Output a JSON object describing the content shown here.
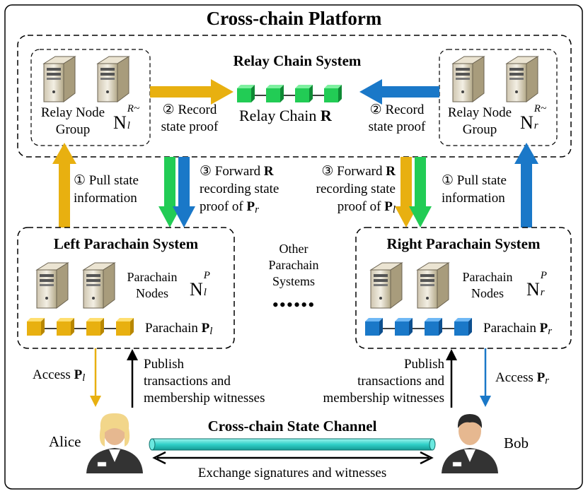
{
  "platform": {
    "title": "Cross-chain Platform"
  },
  "relay": {
    "title": "Relay Chain System",
    "chain_label_pre": "Relay Chain ",
    "chain_label_bold": "R",
    "left_group": {
      "line1": "Relay Node",
      "line2": "Group",
      "symbol_base": "N",
      "symbol_sup": "R~",
      "symbol_sub": "l"
    },
    "right_group": {
      "line1": "Relay Node",
      "line2": "Group",
      "symbol_base": "N",
      "symbol_sup": "R~",
      "symbol_sub": "r"
    },
    "left_record": {
      "line1": "② Record",
      "line2": "state proof"
    },
    "right_record": {
      "line1": "② Record",
      "line2": "state proof"
    },
    "colors": {
      "chain": "#22cc55",
      "left_arrow": "#e8b010",
      "right_arrow": "#1a78c8"
    }
  },
  "flows": {
    "left_pull": {
      "line1": "① Pull state",
      "line2": "information"
    },
    "right_pull": {
      "line1": "① Pull state",
      "line2": "information"
    },
    "left_forward": {
      "line1_pre": "③ Forward ",
      "line1_bold": "R",
      "line2": "recording state",
      "line3_pre": "proof of ",
      "line3_bold": "P",
      "line3_sub": "r"
    },
    "right_forward": {
      "line1_pre": "③ Forward ",
      "line1_bold": "R",
      "line2": "recording state",
      "line3_pre": "proof of ",
      "line3_bold": "P",
      "line3_sub": "l"
    }
  },
  "left_parachain": {
    "title": "Left Parachain System",
    "nodes_line1": "Parachain",
    "nodes_line2": "Nodes",
    "symbol_base": "N",
    "symbol_sup": "P",
    "symbol_sub": "l",
    "chain_pre": "Parachain ",
    "chain_bold": "P",
    "chain_sub": "l",
    "color": "#e8b010"
  },
  "right_parachain": {
    "title": "Right Parachain System",
    "nodes_line1": "Parachain",
    "nodes_line2": "Nodes",
    "symbol_base": "N",
    "symbol_sup": "P",
    "symbol_sub": "r",
    "chain_pre": "Parachain ",
    "chain_bold": "P",
    "chain_sub": "r",
    "color": "#1a78c8"
  },
  "other": {
    "line1": "Other",
    "line2": "Parachain",
    "line3": "Systems",
    "dots": "••••••"
  },
  "users": {
    "alice": "Alice",
    "bob": "Bob",
    "left_access": {
      "pre": "Access ",
      "bold": "P",
      "sub": "l"
    },
    "right_access": {
      "pre": "Access ",
      "bold": "P",
      "sub": "r"
    },
    "left_publish": {
      "line1": "Publish",
      "line2": "transactions and",
      "line3": "membership witnesses"
    },
    "right_publish": {
      "line1": "Publish",
      "line2": "transactions and",
      "line3": "membership witnesses"
    }
  },
  "channel": {
    "title": "Cross-chain State Channel",
    "exchange": "Exchange signatures and witnesses",
    "color": "#30d0c8"
  }
}
